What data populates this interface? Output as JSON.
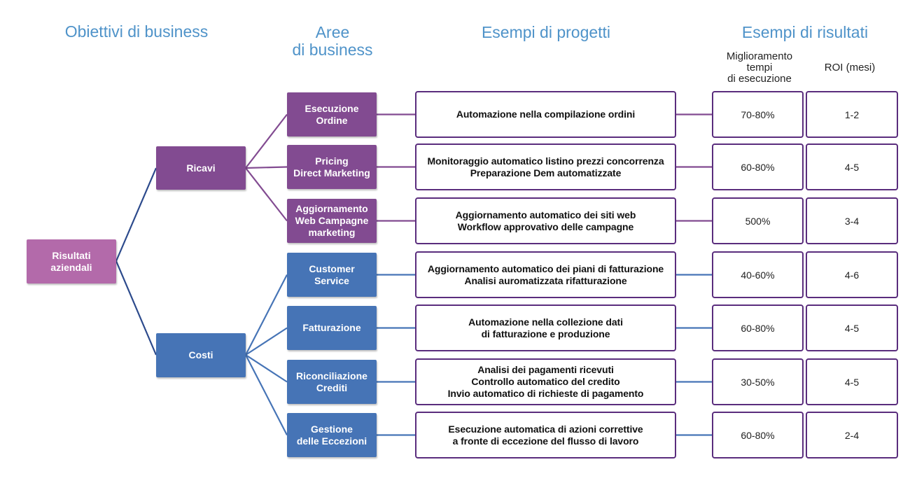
{
  "headers": {
    "objectives": "Obiettivi di business",
    "areas": "Aree\ndi business",
    "projects": "Esempi di progetti",
    "results": "Esempi di risultati",
    "improvement": "Miglioramento\ntempi\ndi esecuzione",
    "roi": "ROI (mesi)"
  },
  "root": "Risultati\naziendali",
  "objectives": [
    {
      "label": "Ricavi"
    },
    {
      "label": "Costi"
    }
  ],
  "rows": [
    {
      "area": "Esecuzione\nOrdine",
      "project": "Automazione nella compilazione ordini",
      "improvement": "70-80%",
      "roi": "1-2"
    },
    {
      "area": "Pricing\nDirect Marketing",
      "project": "Monitoraggio automatico listino prezzi concorrenza\nPreparazione Dem automatizzate",
      "improvement": "60-80%",
      "roi": "4-5"
    },
    {
      "area": "Aggiornamento\nWeb Campagne\nmarketing",
      "project": "Aggiornamento automatico dei siti web\nWorkflow approvativo delle campagne",
      "improvement": "500%",
      "roi": "3-4"
    },
    {
      "area": "Customer\nService",
      "project": "Aggiornamento automatico dei piani di fatturazione\nAnalisi auromatizzata rifatturazione",
      "improvement": "40-60%",
      "roi": "4-6"
    },
    {
      "area": "Fatturazione",
      "project": "Automazione nella collezione dati\ndi fatturazione e produzione",
      "improvement": "60-80%",
      "roi": "4-5"
    },
    {
      "area": "Riconciliazione\nCrediti",
      "project": "Analisi dei pagamenti ricevuti\nControllo automatico del credito\nInvio automatico di richieste di pagamento",
      "improvement": "30-50%",
      "roi": "4-5"
    },
    {
      "area": "Gestione\ndelle Eccezioni",
      "project": "Esecuzione automatica di azioni correttive\na fronte di  eccezione del flusso di lavoro",
      "improvement": "60-80%",
      "roi": "2-4"
    }
  ],
  "colors": {
    "heading": "#4f93c9",
    "purple": "#824b91",
    "blue": "#4674b6",
    "root": "#b36aaa",
    "border": "#5a2d7d"
  }
}
